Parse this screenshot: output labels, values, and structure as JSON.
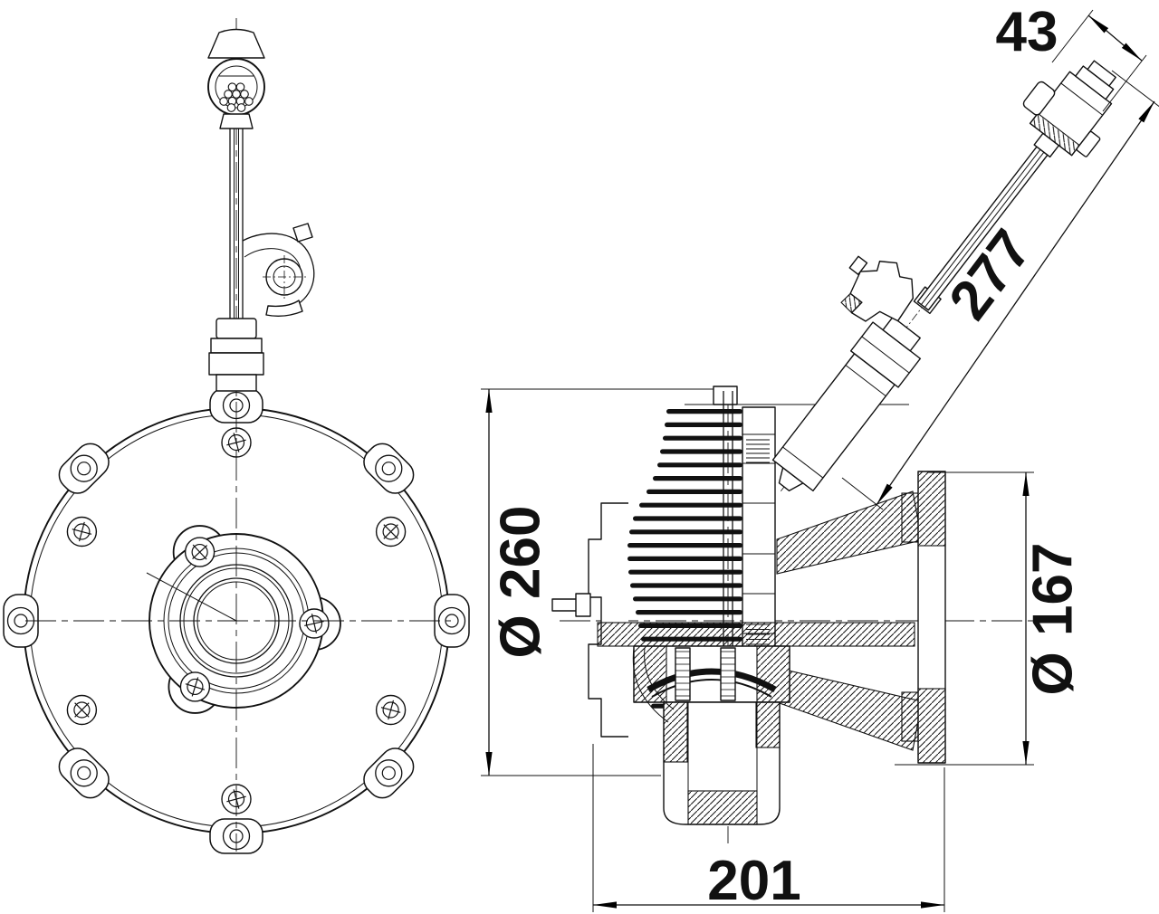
{
  "drawing": {
    "background_color": "#ffffff",
    "line_color": "#111111",
    "dimensions": {
      "connector_width": "43",
      "actuator_length": "277",
      "clutch_outer_diameter": "Ø 260",
      "mounting_flange_diameter": "Ø 167",
      "overall_depth": "201"
    }
  }
}
